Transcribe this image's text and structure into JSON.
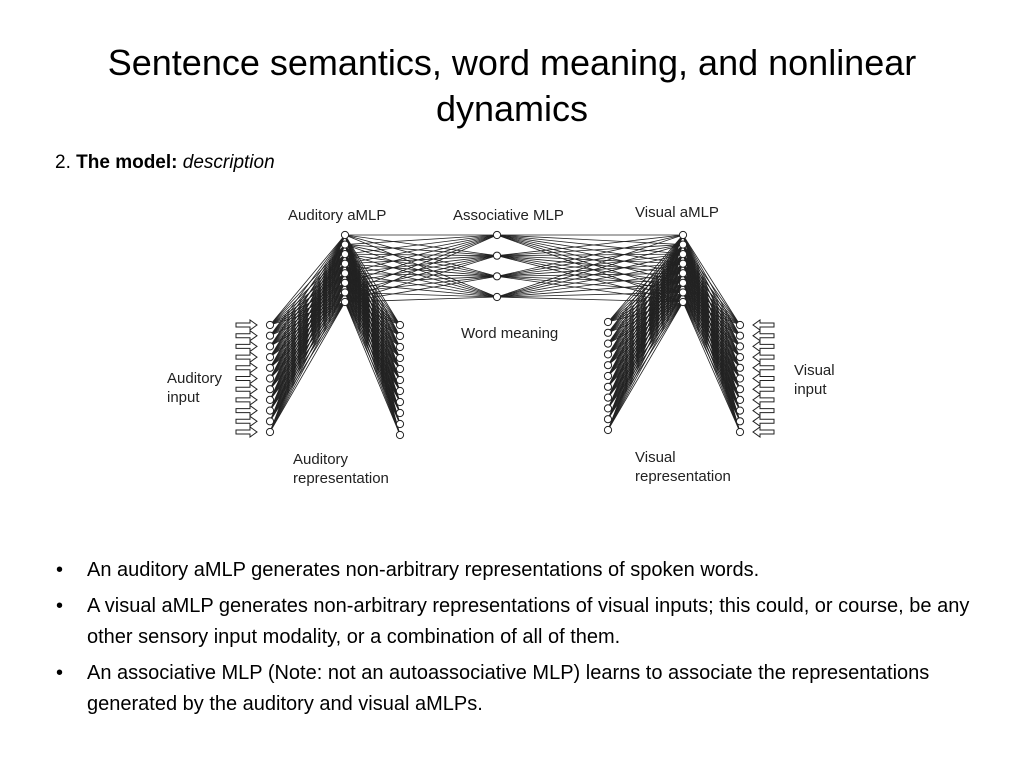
{
  "slide": {
    "title": "Sentence semantics, word meaning, and nonlinear dynamics",
    "subtitle": {
      "number": "2.",
      "bold": "The model:",
      "italic": "description"
    }
  },
  "diagram": {
    "labels": {
      "auditory_amlp": "Auditory aMLP",
      "associative_mlp": "Associative MLP",
      "visual_amlp": "Visual aMLP",
      "word_meaning": "Word meaning",
      "auditory_input": [
        "Auditory",
        "input"
      ],
      "visual_input": [
        "Visual",
        "input"
      ],
      "auditory_representation": [
        "Auditory",
        "representation"
      ],
      "visual_representation": [
        "Visual",
        "representation"
      ]
    }
  },
  "bullets": [
    "An auditory aMLP generates non-arbitrary representations of spoken words.",
    "A visual aMLP generates non-arbitrary representations of visual inputs; this could, or course, be any other sensory input modality, or a combination of all of them.",
    "An associative MLP (Note: not an autoassociative MLP) learns to associate the representations generated by the auditory and visual aMLPs."
  ],
  "bullet_symbol": "•"
}
